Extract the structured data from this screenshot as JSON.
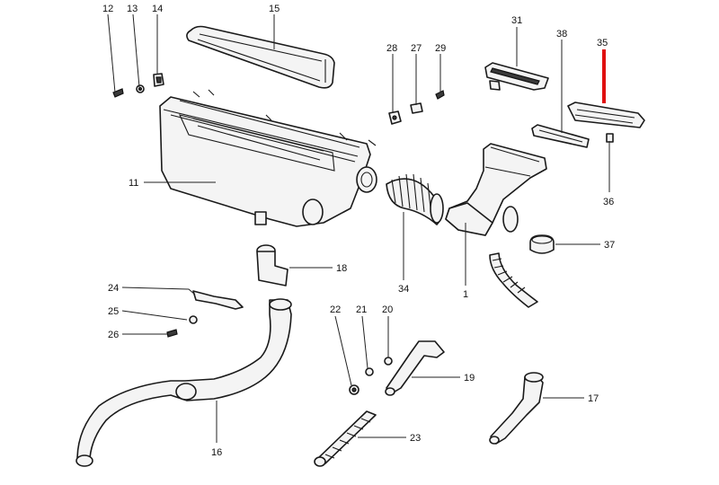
{
  "callouts": {
    "c1": "1",
    "c11": "11",
    "c12": "12",
    "c13": "13",
    "c14": "14",
    "c15": "15",
    "c16": "16",
    "c17": "17",
    "c18": "18",
    "c19": "19",
    "c20": "20",
    "c21": "21",
    "c22": "22",
    "c23": "23",
    "c24": "24",
    "c25": "25",
    "c26": "26",
    "c27": "27",
    "c28": "28",
    "c29": "29",
    "c31": "31",
    "c34": "34",
    "c35": "35",
    "c36": "36",
    "c37": "37",
    "c38": "38"
  },
  "highlight": {
    "part": "35",
    "color": "#e01010"
  }
}
